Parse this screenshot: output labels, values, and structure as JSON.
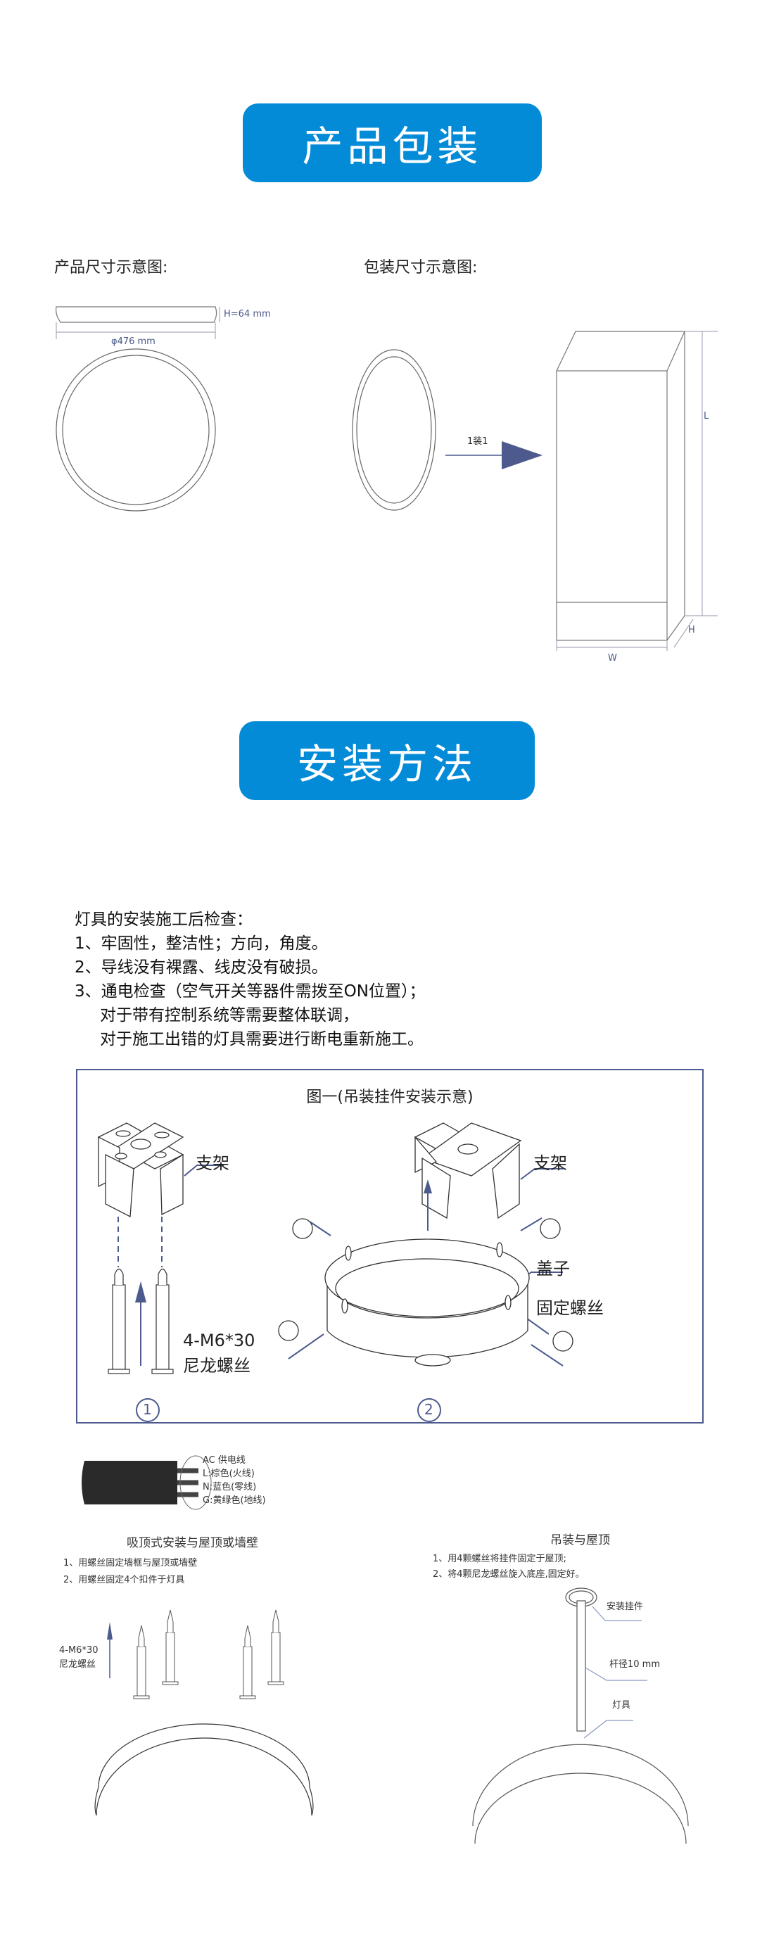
{
  "packaging": {
    "banner": "产品包装",
    "product_dim_label": "产品尺寸示意图:",
    "package_dim_label": "包装尺寸示意图:",
    "height_dim": "H=64 mm",
    "diameter_dim": "φ476 mm",
    "pack_ratio": "1装1",
    "box_l": "L",
    "box_w": "W",
    "box_h": "H"
  },
  "install": {
    "banner": "安装方法",
    "check_title": "灯具的安装施工后检查：",
    "check_items": [
      "1、牢固性，整洁性；方向，角度。",
      "2、导线没有裸露、线皮没有破损。",
      "3、通电检查（空气开关等器件需拨至ON位置）；",
      "对于带有控制系统等需要整体联调，",
      "对于施工出错的灯具需要进行断电重新施工。"
    ],
    "figure": {
      "title": "图一(吊装挂件安装示意)",
      "bracket_1": "支架",
      "screw_spec": "4-M6*30",
      "screw_name": "尼龙螺丝",
      "bracket_2": "支架",
      "cover": "盖子",
      "fix_screw": "固定螺丝",
      "step_1": "1",
      "step_2": "2"
    },
    "cable": {
      "title": "AC 供电线",
      "l": "L:棕色(火线)",
      "n": "N:蓝色(零线)",
      "g": "G:黄绿色(地线)"
    },
    "ceiling": {
      "title": "吸顶式安装与屋顶或墙壁",
      "steps": [
        "1、用螺丝固定墙框与屋顶或墙壁",
        "2、用螺丝固定4个扣件于灯具"
      ],
      "screw_spec": "4-M6*30",
      "screw_name": "尼龙螺丝"
    },
    "pendant": {
      "title": "吊装与屋顶",
      "steps": [
        "1、用4颗螺丝将挂件固定于屋顶;",
        "2、将4颗尼龙螺丝旋入底座,固定好。"
      ],
      "hanger": "安装挂件",
      "rod": "杆径10 mm",
      "lamp": "灯具"
    }
  },
  "colors": {
    "banner": "#038bd8",
    "accent": "#4c5a8e"
  }
}
